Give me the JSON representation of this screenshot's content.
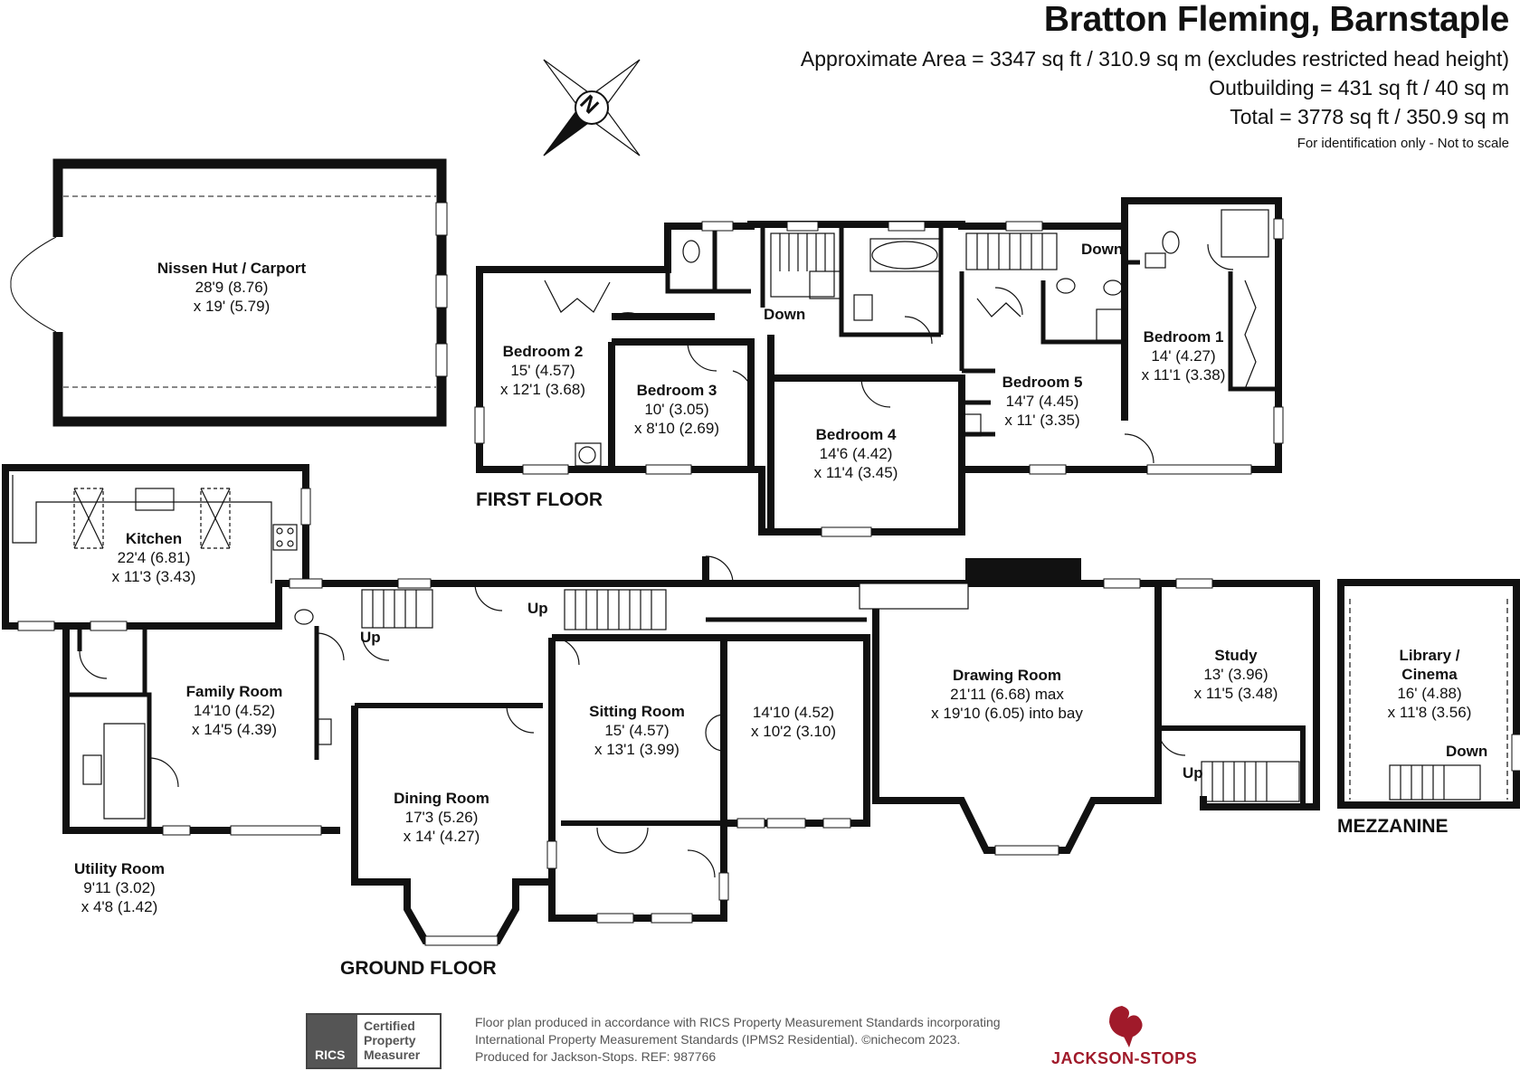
{
  "header": {
    "title": "Bratton Fleming, Barnstaple",
    "area_line": "Approximate Area = 3347 sq ft / 310.9 sq m (excludes restricted head height)",
    "outbuilding_line": "Outbuilding = 431 sq ft / 40 sq m",
    "total_line": "Total = 3778 sq ft / 350.9 sq m",
    "note": "For identification only - Not to scale"
  },
  "compass": {
    "letter": "N"
  },
  "floors": {
    "first": "FIRST FLOOR",
    "ground": "GROUND FLOOR",
    "mezzanine": "MEZZANINE"
  },
  "rooms": {
    "nissen": {
      "name": "Nissen Hut / Carport",
      "d1": "28'9 (8.76)",
      "d2": "x 19' (5.79)"
    },
    "bedroom2": {
      "name": "Bedroom 2",
      "d1": "15' (4.57)",
      "d2": "x 12'1 (3.68)"
    },
    "bedroom3": {
      "name": "Bedroom 3",
      "d1": "10' (3.05)",
      "d2": "x 8'10 (2.69)"
    },
    "bedroom4": {
      "name": "Bedroom 4",
      "d1": "14'6 (4.42)",
      "d2": "x 11'4 (3.45)"
    },
    "bedroom5": {
      "name": "Bedroom 5",
      "d1": "14'7 (4.45)",
      "d2": "x 11' (3.35)"
    },
    "bedroom1": {
      "name": "Bedroom 1",
      "d1": "14' (4.27)",
      "d2": "x 11'1 (3.38)"
    },
    "kitchen": {
      "name": "Kitchen",
      "d1": "22'4 (6.81)",
      "d2": "x 11'3 (3.43)"
    },
    "family": {
      "name": "Family Room",
      "d1": "14'10 (4.52)",
      "d2": "x 14'5 (4.39)"
    },
    "utility": {
      "name": "Utility Room",
      "d1": "9'11 (3.02)",
      "d2": "x 4'8 (1.42)"
    },
    "dining": {
      "name": "Dining Room",
      "d1": "17'3 (5.26)",
      "d2": "x 14' (4.27)"
    },
    "sitting": {
      "name": "Sitting Room",
      "d1": "15' (4.57)",
      "d2": "x 13'1 (3.99)"
    },
    "unnamed": {
      "d1": "14'10 (4.52)",
      "d2": "x 10'2 (3.10)"
    },
    "drawing": {
      "name": "Drawing Room",
      "d1": "21'11 (6.68) max",
      "d2": "x 19'10 (6.05) into bay"
    },
    "study": {
      "name": "Study",
      "d1": "13' (3.96)",
      "d2": "x 11'5 (3.48)"
    },
    "library": {
      "name": "Library /",
      "name2": "Cinema",
      "d1": "16' (4.88)",
      "d2": "x 11'8 (3.56)"
    }
  },
  "stairs_labels": {
    "down_ff_left": "Down",
    "down_ff_right": "Down",
    "up_gf_left": "Up",
    "up_gf_mid": "Up",
    "up_study": "Up",
    "down_mezz": "Down"
  },
  "footer": {
    "line1": "Floor plan produced in accordance with RICS Property Measurement Standards incorporating",
    "line2": "International Property Measurement Standards (IPMS2 Residential).   ©nichecom 2023.",
    "line3": "Produced for Jackson-Stops.   REF:  987766",
    "rics_word": "RICS",
    "rics_badge": [
      "Certified",
      "Property",
      "Measurer"
    ],
    "brand": "JACKSON-STOPS"
  },
  "colors": {
    "wall": "#111111",
    "brand": "#a01a2a",
    "muted": "#555555"
  }
}
